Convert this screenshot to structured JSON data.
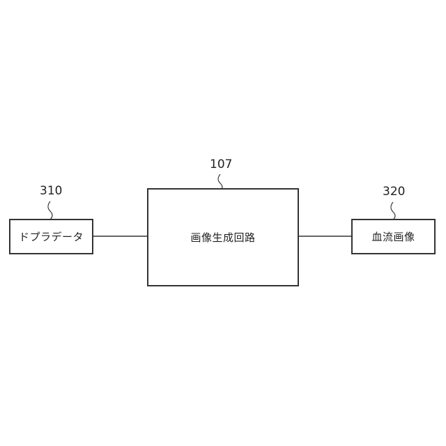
{
  "diagram": {
    "blocks": [
      {
        "id": "doppler-data",
        "label": "ドプラデータ",
        "ref": "310"
      },
      {
        "id": "image-generation-circuit",
        "label": "画像生成回路",
        "ref": "107"
      },
      {
        "id": "blood-flow-image",
        "label": "血流画像",
        "ref": "320"
      }
    ],
    "connections": [
      {
        "from": "doppler-data",
        "to": "image-generation-circuit"
      },
      {
        "from": "image-generation-circuit",
        "to": "blood-flow-image"
      }
    ]
  }
}
